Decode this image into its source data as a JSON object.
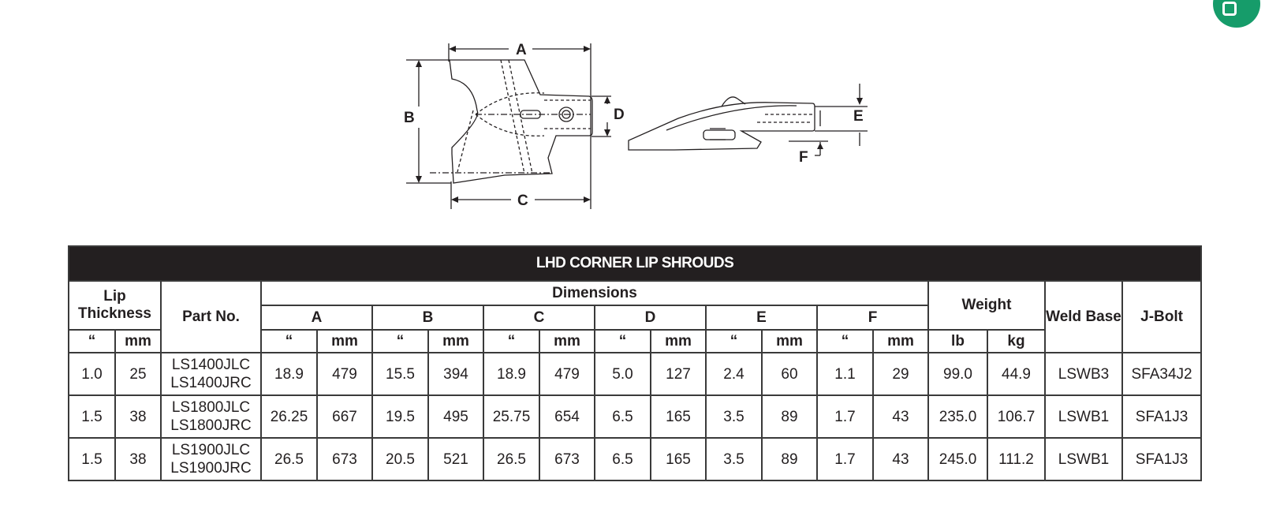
{
  "diagram": {
    "labels": {
      "A": "A",
      "B": "B",
      "C": "C",
      "D": "D",
      "E": "E",
      "F": "F"
    }
  },
  "table": {
    "title": "LHD CORNER LIP SHROUDS",
    "headers": {
      "lip_thickness": "Lip Thickness",
      "part_no": "Part No.",
      "dimensions": "Dimensions",
      "dims": [
        "A",
        "B",
        "C",
        "D",
        "E",
        "F"
      ],
      "weight": "Weight",
      "weld_base": "Weld Base",
      "j_bolt": "J-Bolt",
      "inch": "“",
      "mm": "mm",
      "lb": "lb",
      "kg": "kg"
    },
    "rows": [
      {
        "lip_in": "1.0",
        "lip_mm": "25",
        "parts": [
          "LS1400JLC",
          "LS1400JRC"
        ],
        "a_in": "18.9",
        "a_mm": "479",
        "b_in": "15.5",
        "b_mm": "394",
        "c_in": "18.9",
        "c_mm": "479",
        "d_in": "5.0",
        "d_mm": "127",
        "e_in": "2.4",
        "e_mm": "60",
        "f_in": "1.1",
        "f_mm": "29",
        "lb": "99.0",
        "kg": "44.9",
        "weld_base": "LSWB3",
        "j_bolt": "SFA34J2"
      },
      {
        "lip_in": "1.5",
        "lip_mm": "38",
        "parts": [
          "LS1800JLC",
          "LS1800JRC"
        ],
        "a_in": "26.25",
        "a_mm": "667",
        "b_in": "19.5",
        "b_mm": "495",
        "c_in": "25.75",
        "c_mm": "654",
        "d_in": "6.5",
        "d_mm": "165",
        "e_in": "3.5",
        "e_mm": "89",
        "f_in": "1.7",
        "f_mm": "43",
        "lb": "235.0",
        "kg": "106.7",
        "weld_base": "LSWB1",
        "j_bolt": "SFA1J3"
      },
      {
        "lip_in": "1.5",
        "lip_mm": "38",
        "parts": [
          "LS1900JLC",
          "LS1900JRC"
        ],
        "a_in": "26.5",
        "a_mm": "673",
        "b_in": "20.5",
        "b_mm": "521",
        "c_in": "26.5",
        "c_mm": "673",
        "d_in": "6.5",
        "d_mm": "165",
        "e_in": "3.5",
        "e_mm": "89",
        "f_in": "1.7",
        "f_mm": "43",
        "lb": "245.0",
        "kg": "111.2",
        "weld_base": "LSWB1",
        "j_bolt": "SFA1J3"
      }
    ]
  },
  "colors": {
    "title_bar": "#231f20",
    "chat_bubble": "#169c6a"
  }
}
